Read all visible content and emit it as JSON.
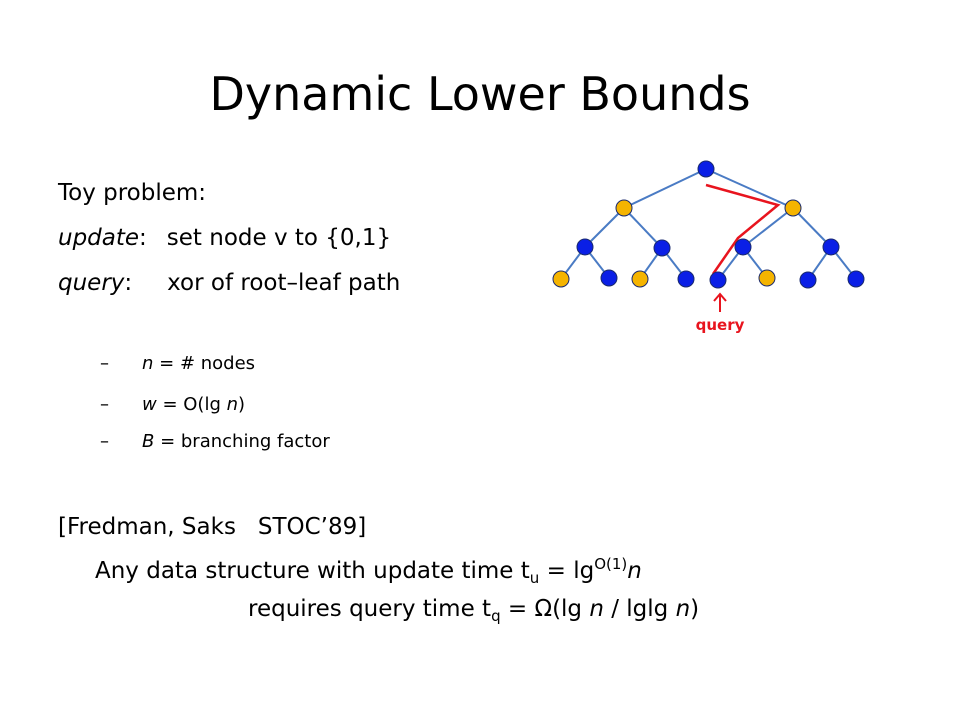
{
  "title": "Dynamic Lower Bounds",
  "toy": {
    "heading": "Toy problem:",
    "update_label": "update",
    "update_rest": "set node v to {0,1}",
    "query_label": "query",
    "query_rest": "xor of root–leaf path"
  },
  "bullets": {
    "dash": "–",
    "n_var": "n",
    "n_text": " = # nodes",
    "w_var": "w",
    "w_text_a": " = O(lg ",
    "w_text_var": "n",
    "w_text_b": ")",
    "b_var": "B",
    "b_text": " = branching factor"
  },
  "citation": {
    "ref": "[Fredman, Saks   STOC’89]",
    "line1_a": "Any data structure with update time t",
    "line1_sub": "u",
    "line1_b": " = lg",
    "line1_sup": "O(1)",
    "line1_n": "n",
    "line2_a": "requires query time t",
    "line2_sub": "q",
    "line2_b": " = Ω(lg ",
    "line2_n1": "n",
    "line2_c": " / lglg ",
    "line2_n2": "n",
    "line2_d": ")"
  },
  "diagram": {
    "query_label": "query",
    "colors": {
      "blue_node": "#0a1fe6",
      "yellow_node": "#f5b400",
      "edge": "#4a7bc4",
      "path": "#e8141e",
      "query_text": "#e8141e"
    }
  }
}
